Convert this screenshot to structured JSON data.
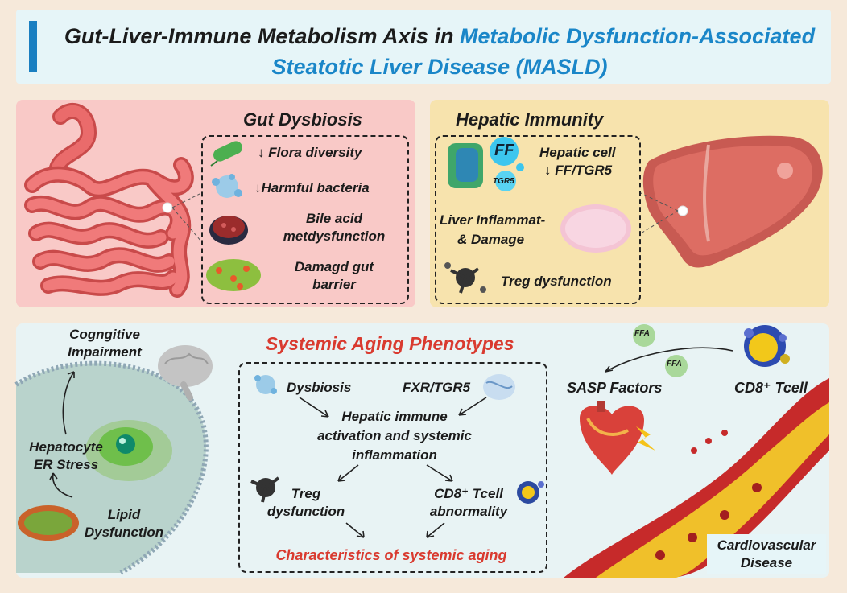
{
  "title": {
    "part1": "Gut-Liver-Immune Metabolism Axis in ",
    "part1_highlight": "Metabolic Dysfunction-Associated",
    "line2": "Steatotic Liver Disease (MASLD)",
    "accent_color": "#1a86c8"
  },
  "gut_panel": {
    "heading": "Gut Dysbiosis",
    "items": [
      "↓ Flora diversity",
      "↓Harmful bacteria",
      "Bile acid",
      "metdysfunction",
      "Damagd gut",
      "barrier"
    ]
  },
  "liver_panel": {
    "heading": "Hepatic Immunity",
    "ff_label": "FF",
    "tgr5_label": "TGR5",
    "hepatic_cell": "Hepatic cell",
    "ff_tgr5": "↓ FF/TGR5",
    "inflam_line1": "Liver Inflammat-",
    "inflam_line2": "& Damage",
    "treg": "Treg dysfunction"
  },
  "bottom": {
    "heading": "Systemic Aging Phenotypes",
    "cognitive_1": "Cogngitive",
    "cognitive_2": "Impairment",
    "hepatocyte_1": "Hepatocyte",
    "hepatocyte_2": "ER Stress",
    "lipid_1": "Lipid",
    "lipid_2": "Dysfunction",
    "dysbiosis": "Dysbiosis",
    "fxr": "FXR/TGR5",
    "activation_1": "Hepatic immune",
    "activation_2": "activation and systemic",
    "activation_3": "inflammation",
    "treg_1": "Treg",
    "treg_2": "dysfunction",
    "cd8_1": "CD8⁺ Tcell",
    "cd8_2": "abnormality",
    "characteristics": "Characteristics of systemic aging",
    "ffa_1": "FFA",
    "ffa_2": "FFA",
    "sasp": "SASP Factors",
    "cd8_cell": "CD8⁺ Tcell",
    "cardio_1": "Cardiovascular",
    "cardio_2": "Disease"
  }
}
